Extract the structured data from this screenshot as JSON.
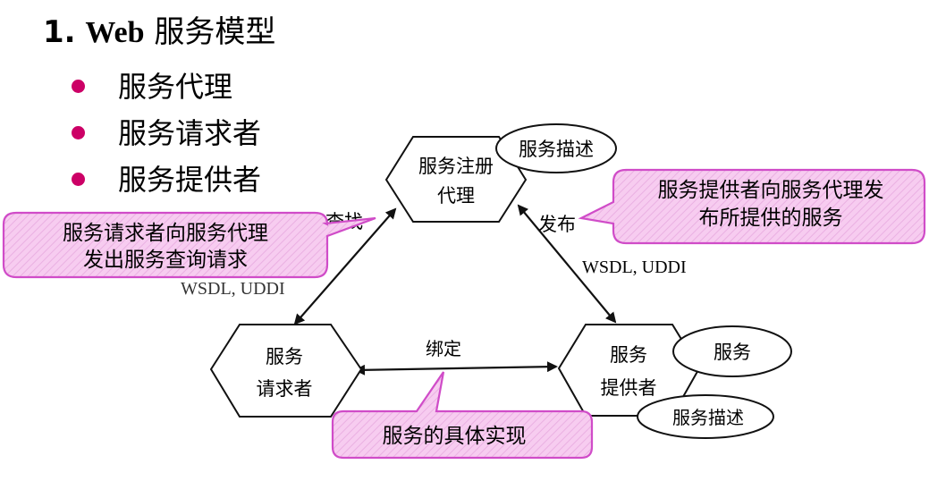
{
  "heading": {
    "number": "1.",
    "web": "Web",
    "title": "服务模型"
  },
  "bullets": [
    "服务代理",
    "服务请求者",
    "服务提供者"
  ],
  "diagram": {
    "registry": {
      "line1": "服务注册",
      "line2": "代理"
    },
    "requester": {
      "line1": "服务",
      "line2": "请求者"
    },
    "provider": {
      "line1": "服务",
      "line2": "提供者"
    },
    "registry_ellipse": "服务描述",
    "provider_ellipse_top": "服务",
    "provider_ellipse_bottom": "服务描述",
    "edge_find": "查找",
    "edge_publish": "发布",
    "edge_bind": "绑定",
    "edge_wsdl_right": "WSDL, UDDI",
    "edge_wsdl_left": "WSDL, UDDI"
  },
  "callouts": {
    "requester_note": {
      "line1": "服务请求者向服务代理",
      "line2": "发出服务查询请求"
    },
    "provider_note": {
      "line1": "服务提供者向服务代理发",
      "line2": "布所提供的服务"
    },
    "bind_note": "服务的具体实现"
  },
  "colors": {
    "bullet": "#cc0066",
    "callout_fill": "#f7ccf0",
    "callout_stroke": "#d04cc8"
  }
}
